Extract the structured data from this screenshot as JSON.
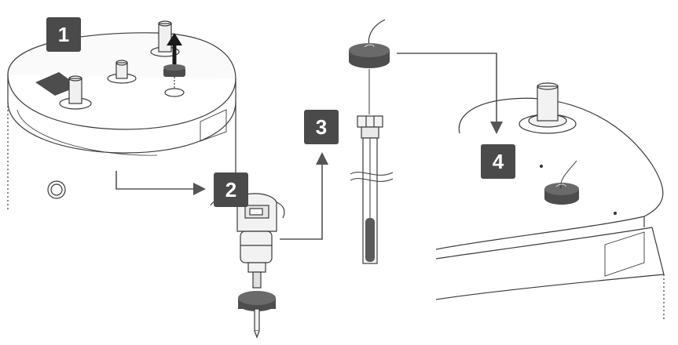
{
  "steps": [
    {
      "label": "1"
    },
    {
      "label": "2"
    },
    {
      "label": "3"
    },
    {
      "label": "4"
    }
  ],
  "colors": {
    "badge": "#4a4a4a",
    "line": "#3a3a3a",
    "fill_light": "#f4f4f4",
    "fill_dark": "#4d4d4d",
    "arrow": "#555555"
  }
}
